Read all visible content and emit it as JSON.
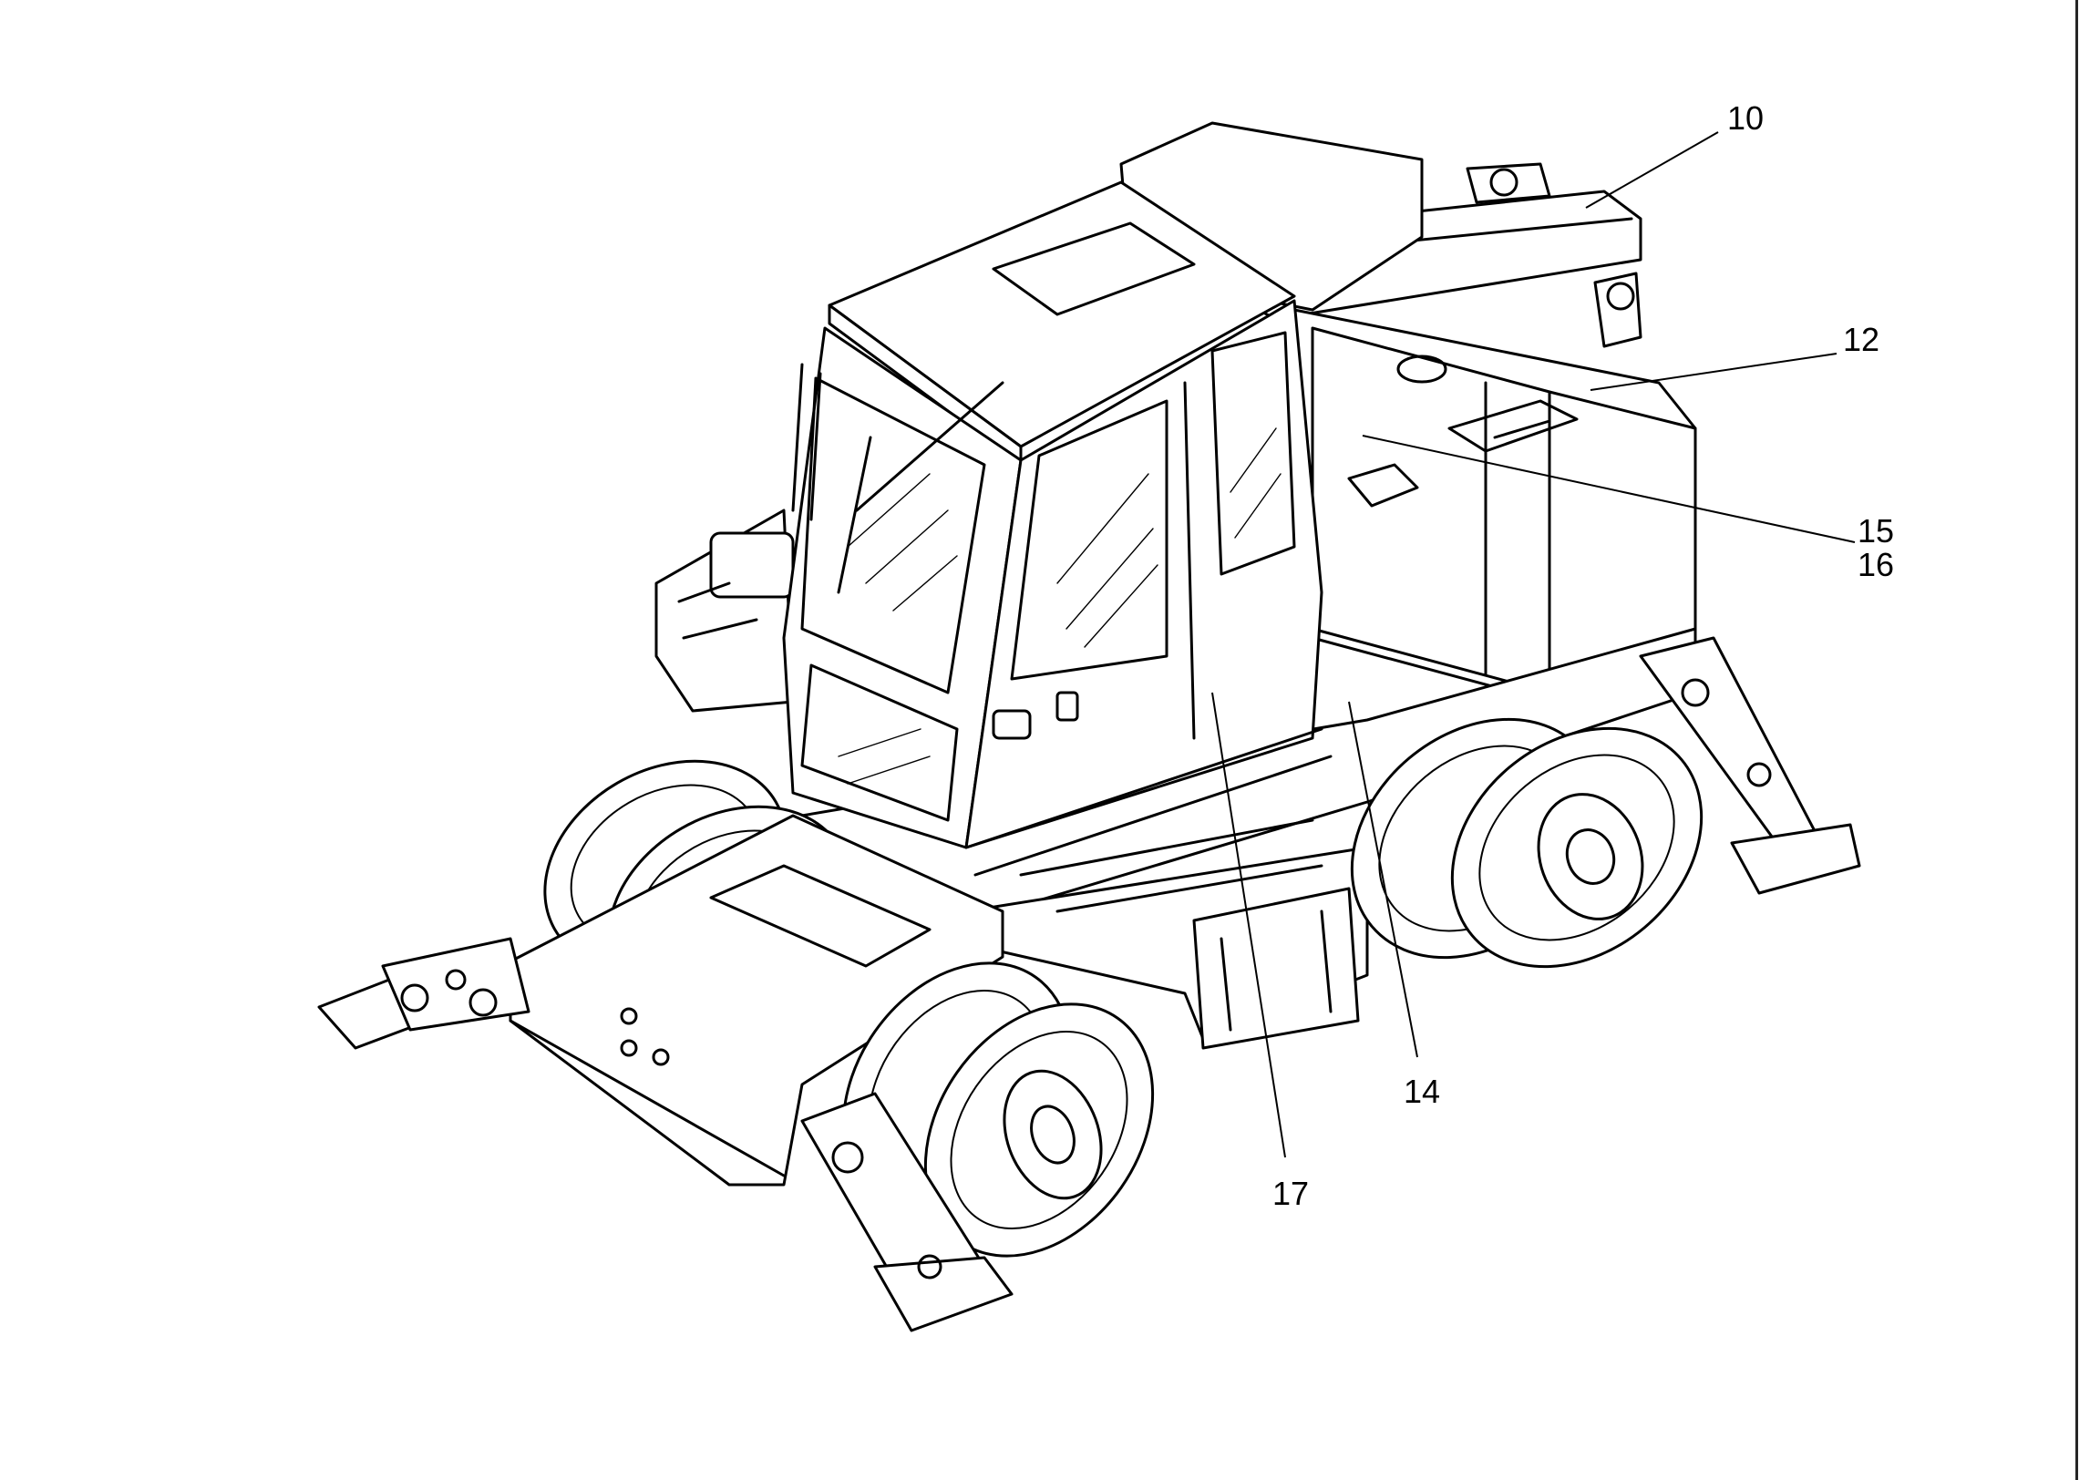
{
  "callouts": {
    "c10": "10",
    "c12": "12",
    "c15": "15",
    "c16": "16",
    "c14": "14",
    "c17": "17"
  }
}
